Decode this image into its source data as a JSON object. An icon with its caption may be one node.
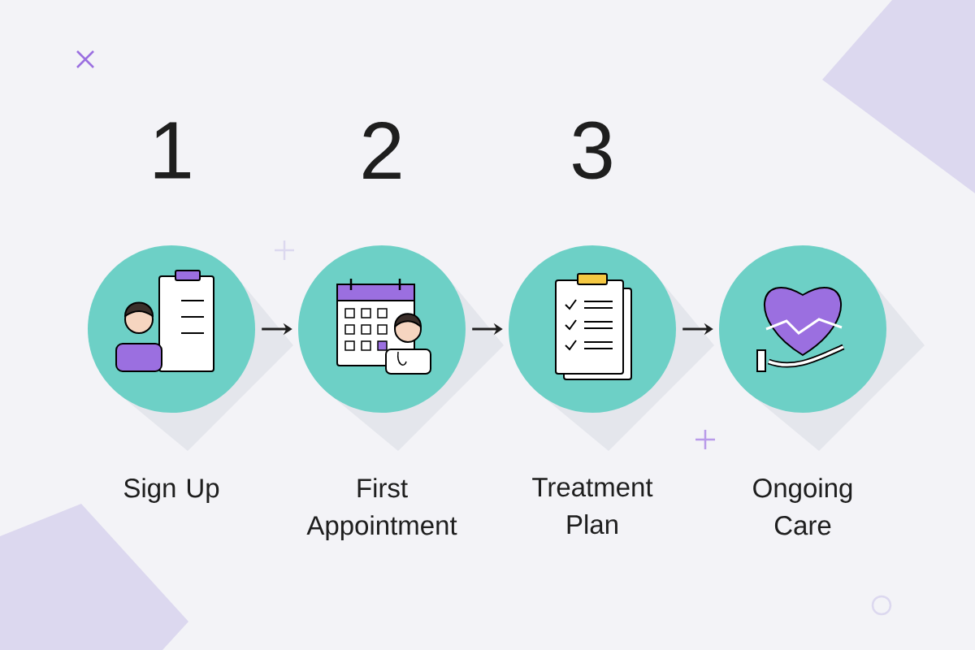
{
  "diagram": {
    "nodes": [
      {
        "text": [
          "1",
          "Sign Up"
        ]
      },
      {
        "text": [
          "2",
          "First Appointment"
        ]
      },
      {
        "text": [
          "3",
          "Treatment Plan"
        ]
      },
      {
        "text": [
          "Ongoing Care"
        ]
      }
    ],
    "edges": [
      {
        "from": 0,
        "to": 1,
        "arrow": "to"
      },
      {
        "from": 1,
        "to": 2,
        "arrow": "to"
      },
      {
        "from": 2,
        "to": 3,
        "arrow": "to"
      }
    ]
  }
}
